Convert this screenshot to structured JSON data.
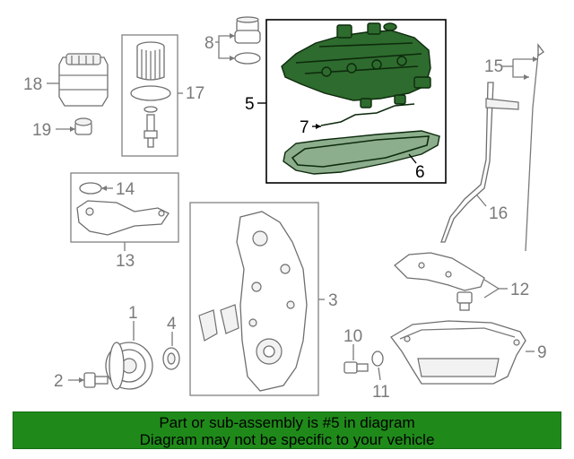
{
  "callouts": {
    "c1": "1",
    "c2": "2",
    "c3": "3",
    "c4": "4",
    "c5": "5",
    "c6": "6",
    "c7": "7",
    "c8": "8",
    "c9": "9",
    "c10": "10",
    "c11": "11",
    "c12": "12",
    "c13": "13",
    "c14": "14",
    "c15": "15",
    "c16": "16",
    "c17": "17",
    "c18": "18",
    "c19": "19"
  },
  "colors": {
    "highlight": "#2e6b2e",
    "banner_bg": "#1f8a1a",
    "callout_gray": "#7a7a7a"
  },
  "banner": {
    "line1": "Part or sub-assembly is #5 in diagram",
    "line2": "Diagram may not be specific to your vehicle"
  }
}
